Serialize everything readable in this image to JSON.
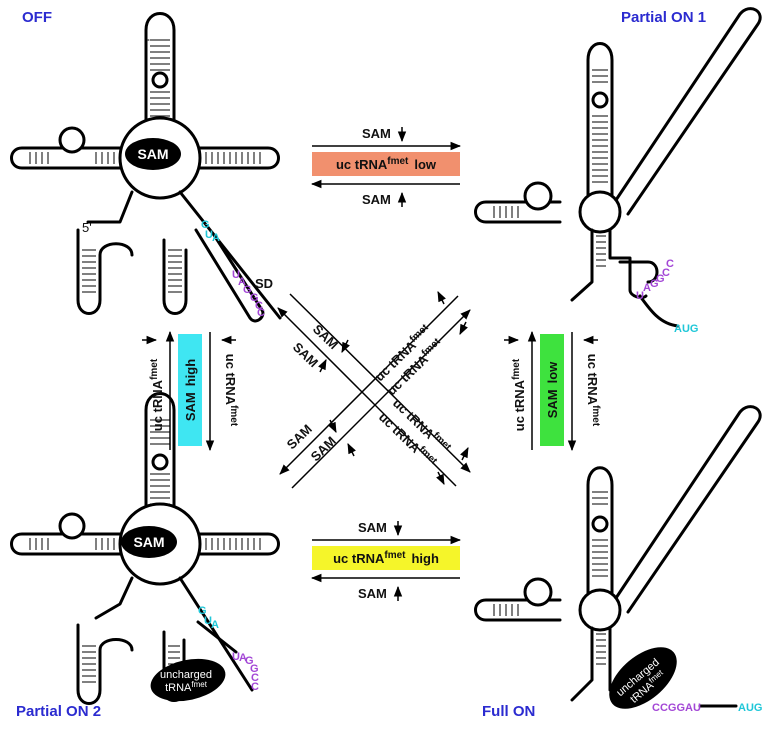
{
  "states": {
    "off": "OFF",
    "partial_on_1": "Partial ON 1",
    "partial_on_2": "Partial ON 2",
    "full_on": "Full ON"
  },
  "labels": {
    "sam": "SAM",
    "five_prime": "5'",
    "sd": "SD",
    "uncharged": "uncharged",
    "trna": "tRNA",
    "fmet": "fmet",
    "uc_trna": "uc tRNA",
    "low": "low",
    "high": "high"
  },
  "sequences": {
    "gua_g": "G",
    "gua_u": "U",
    "gua_a": "A",
    "sd_u": "U",
    "sd_a": "A",
    "sd_g1": "G",
    "sd_g2": "G",
    "sd_c1": "C",
    "sd_c2": "C",
    "aug": "AUG",
    "ccggau": "CCGGAU"
  },
  "colors": {
    "state_text": "#2b2bd0",
    "orange_box": "#f1906e",
    "cyan_box": "#3fe6f2",
    "green_box": "#3ee23e",
    "yellow_box": "#f5f52a",
    "cyan_nt": "#1fc7d8",
    "purple_nt": "#a347d6"
  }
}
